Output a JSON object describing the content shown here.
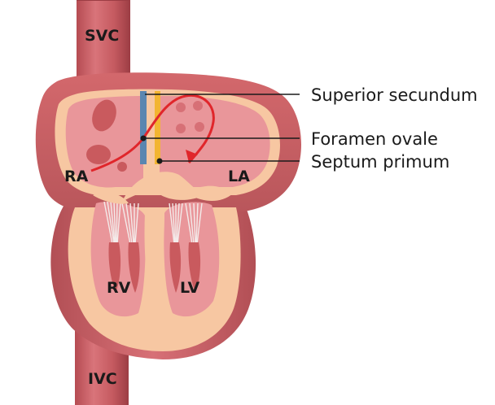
{
  "chambers": {
    "svc": "SVC",
    "ivc": "IVC",
    "ra": "RA",
    "la": "LA",
    "rv": "RV",
    "lv": "LV"
  },
  "callouts": {
    "superior_secundum": "Superior secundum",
    "foramen_ovale": "Foramen ovale",
    "septum_primum": "Septum primum"
  },
  "colors": {
    "outer_wall": "#c95a5e",
    "outer_wall_shadow": "#a8474c",
    "inner_chamber": "#e9969a",
    "myocardium": "#f7c7a2",
    "septum_secundum": "#5a86b0",
    "septum_primum": "#f2b531",
    "flow_arrow": "#e0262b",
    "chordae": "#f3ebea"
  }
}
